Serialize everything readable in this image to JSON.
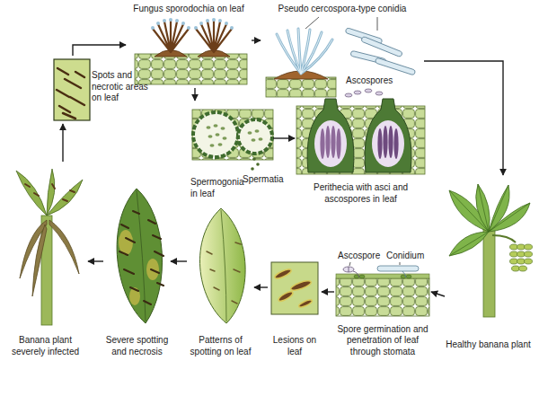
{
  "diagram": {
    "nodes": [
      {
        "text": [
          "Fungus sporodochia on leaf"
        ]
      },
      {
        "text": [
          "Pseudo cercospora-type conidia"
        ]
      },
      {
        "text": [
          "Spermogonia in leaf"
        ]
      },
      {
        "text": [
          "Perithecia with asci and ascospores in leaf"
        ]
      },
      {
        "text": [
          "Healthy banana plant"
        ]
      },
      {
        "text": [
          "Spore germination and penetration of leaf through stomata"
        ]
      },
      {
        "text": [
          "Lesions on leaf"
        ]
      },
      {
        "text": [
          "Patterns of spotting on leaf"
        ]
      },
      {
        "text": [
          "Severe spotting and necrosis"
        ]
      },
      {
        "text": [
          "Banana plant severely infected"
        ]
      },
      {
        "text": [
          "Spots and necrotic areas on leaf"
        ]
      }
    ],
    "edges": [
      {
        "from": 9,
        "to": 10,
        "arrow": "to"
      },
      {
        "from": 10,
        "to": 0,
        "arrow": "to"
      },
      {
        "from": 0,
        "to": 1,
        "arrow": "to"
      },
      {
        "from": 0,
        "to": 2,
        "arrow": "to"
      },
      {
        "from": 2,
        "to": 3,
        "arrow": "to"
      },
      {
        "from": 1,
        "to": 4,
        "arrow": "to"
      },
      {
        "from": 4,
        "to": 5,
        "arrow": "to"
      },
      {
        "from": 5,
        "to": 6,
        "arrow": "to"
      },
      {
        "from": 6,
        "to": 7,
        "arrow": "to"
      },
      {
        "from": 7,
        "to": 8,
        "arrow": "to"
      },
      {
        "from": 8,
        "to": 9,
        "arrow": "to"
      }
    ],
    "labels": [
      "Spermatia",
      "Ascospores",
      "Ascospore",
      "Conidium"
    ]
  }
}
